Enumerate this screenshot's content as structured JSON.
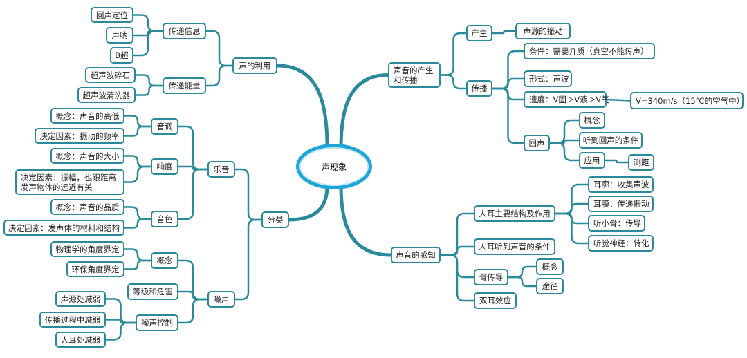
{
  "root": "声现象",
  "use": {
    "label": "声的利用",
    "info": {
      "label": "传递信息",
      "items": [
        "回声定位",
        "声呐",
        "B超"
      ]
    },
    "energy": {
      "label": "传递能量",
      "items": [
        "超声波碎石",
        "超声波清洗器"
      ]
    }
  },
  "classify": {
    "label": "分类",
    "music": {
      "label": "乐音",
      "pitch": {
        "label": "音调",
        "items": [
          "概念：声音的高低",
          "决定因素：振动的频率"
        ]
      },
      "loudness": {
        "label": "响度",
        "items": [
          "概念：声音的大小",
          "决定因素：振幅，也跟距离发声物体的远近有关"
        ]
      },
      "timbre": {
        "label": "音色",
        "items": [
          "概念：声音的品质",
          "决定因素：发声体的材料和结构"
        ]
      }
    },
    "noise": {
      "label": "噪声",
      "concept": {
        "label": "概念",
        "items": [
          "物理学的角度界定",
          "环保角度界定"
        ]
      },
      "harm": {
        "label": "等级和危害"
      },
      "control": {
        "label": "噪声控制",
        "items": [
          "声源处减弱",
          "传播过程中减弱",
          "人耳处减弱"
        ]
      }
    }
  },
  "production": {
    "label": "声音的产生和传播",
    "origin": {
      "label": "产生",
      "items": [
        "声源的振动"
      ]
    },
    "spread": {
      "label": "传播",
      "condition": "条件：需要介质（真空不能传声）",
      "form": "形式：声波",
      "speed": "速度：V固＞V液＞V气",
      "speed_value": "V=340m/s（15℃的空气中）",
      "echo": {
        "label": "回声",
        "items": [
          "概念",
          "听到回声的条件",
          "应用"
        ],
        "application": "测距"
      }
    }
  },
  "perception": {
    "label": "声音的感知",
    "ear": {
      "label": "人耳主要结构及作用",
      "items": [
        "耳廓：收集声波",
        "耳膜：传递振动",
        "听小骨：传导",
        "听觉神经：转化"
      ]
    },
    "hearing_condition": "人耳听到声音的条件",
    "bone": {
      "label": "骨传导",
      "items": [
        "概念",
        "途径"
      ]
    },
    "binaural": "双耳效应"
  },
  "colors": {
    "line": "#2a8a9c",
    "root_border": "#1ea6d8"
  }
}
